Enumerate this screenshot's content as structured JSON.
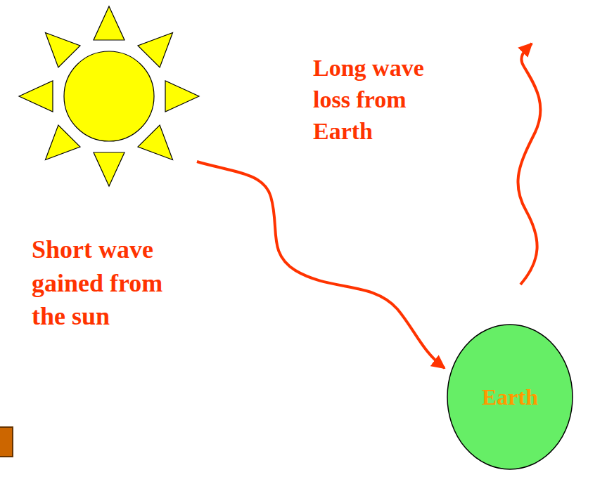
{
  "diagram": {
    "nodes": [
      {
        "text": [
          "Earth"
        ]
      }
    ],
    "labels": [
      "Long wave loss from Earth",
      "Short wave gained from the sun"
    ]
  }
}
